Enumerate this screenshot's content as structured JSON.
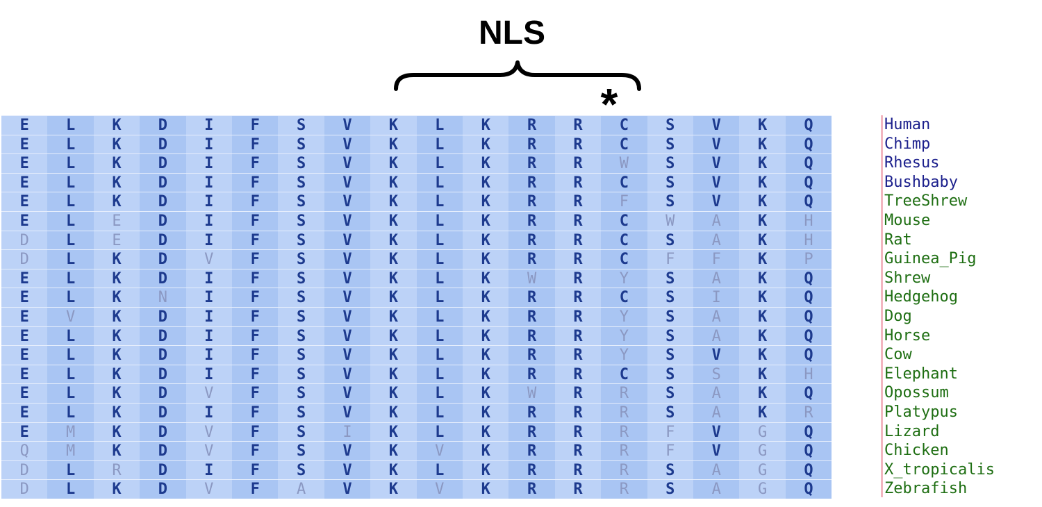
{
  "annotation": {
    "title": "NLS",
    "marker": "*"
  },
  "colors": {
    "conserved_residue": "#1d3a8e",
    "variant_residue": "#8b98c2",
    "column_light": "#bcd2f7",
    "column_dark": "#a9c5f3",
    "primate_name": "#1b1f8c",
    "other_name": "#1e6e12",
    "separator": "#f2b6c0"
  },
  "alignment": {
    "rows": [
      {
        "species": "Human",
        "group": "primate",
        "residues": [
          "E",
          "L",
          "K",
          "D",
          "I",
          "F",
          "S",
          "V",
          "K",
          "L",
          "K",
          "R",
          "R",
          "C",
          "S",
          "V",
          "K",
          "Q"
        ],
        "variant": [
          0,
          0,
          0,
          0,
          0,
          0,
          0,
          0,
          0,
          0,
          0,
          0,
          0,
          0,
          0,
          0,
          0,
          0
        ]
      },
      {
        "species": "Chimp",
        "group": "primate",
        "residues": [
          "E",
          "L",
          "K",
          "D",
          "I",
          "F",
          "S",
          "V",
          "K",
          "L",
          "K",
          "R",
          "R",
          "C",
          "S",
          "V",
          "K",
          "Q"
        ],
        "variant": [
          0,
          0,
          0,
          0,
          0,
          0,
          0,
          0,
          0,
          0,
          0,
          0,
          0,
          0,
          0,
          0,
          0,
          0
        ]
      },
      {
        "species": "Rhesus",
        "group": "primate",
        "residues": [
          "E",
          "L",
          "K",
          "D",
          "I",
          "F",
          "S",
          "V",
          "K",
          "L",
          "K",
          "R",
          "R",
          "W",
          "S",
          "V",
          "K",
          "Q"
        ],
        "variant": [
          0,
          0,
          0,
          0,
          0,
          0,
          0,
          0,
          0,
          0,
          0,
          0,
          0,
          1,
          0,
          0,
          0,
          0
        ]
      },
      {
        "species": "Bushbaby",
        "group": "primate",
        "residues": [
          "E",
          "L",
          "K",
          "D",
          "I",
          "F",
          "S",
          "V",
          "K",
          "L",
          "K",
          "R",
          "R",
          "C",
          "S",
          "V",
          "K",
          "Q"
        ],
        "variant": [
          0,
          0,
          0,
          0,
          0,
          0,
          0,
          0,
          0,
          0,
          0,
          0,
          0,
          0,
          0,
          0,
          0,
          0
        ]
      },
      {
        "species": "TreeShrew",
        "group": "other",
        "residues": [
          "E",
          "L",
          "K",
          "D",
          "I",
          "F",
          "S",
          "V",
          "K",
          "L",
          "K",
          "R",
          "R",
          "F",
          "S",
          "V",
          "K",
          "Q"
        ],
        "variant": [
          0,
          0,
          0,
          0,
          0,
          0,
          0,
          0,
          0,
          0,
          0,
          0,
          0,
          1,
          0,
          0,
          0,
          0
        ]
      },
      {
        "species": "Mouse",
        "group": "other",
        "residues": [
          "E",
          "L",
          "E",
          "D",
          "I",
          "F",
          "S",
          "V",
          "K",
          "L",
          "K",
          "R",
          "R",
          "C",
          "W",
          "A",
          "K",
          "H"
        ],
        "variant": [
          0,
          0,
          1,
          0,
          0,
          0,
          0,
          0,
          0,
          0,
          0,
          0,
          0,
          0,
          1,
          1,
          0,
          1
        ]
      },
      {
        "species": "Rat",
        "group": "other",
        "residues": [
          "D",
          "L",
          "E",
          "D",
          "I",
          "F",
          "S",
          "V",
          "K",
          "L",
          "K",
          "R",
          "R",
          "C",
          "S",
          "A",
          "K",
          "H"
        ],
        "variant": [
          1,
          0,
          1,
          0,
          0,
          0,
          0,
          0,
          0,
          0,
          0,
          0,
          0,
          0,
          0,
          1,
          0,
          1
        ]
      },
      {
        "species": "Guinea_Pig",
        "group": "other",
        "residues": [
          "D",
          "L",
          "K",
          "D",
          "V",
          "F",
          "S",
          "V",
          "K",
          "L",
          "K",
          "R",
          "R",
          "C",
          "F",
          "F",
          "K",
          "P"
        ],
        "variant": [
          1,
          0,
          0,
          0,
          1,
          0,
          0,
          0,
          0,
          0,
          0,
          0,
          0,
          0,
          1,
          1,
          0,
          1
        ]
      },
      {
        "species": "Shrew",
        "group": "other",
        "residues": [
          "E",
          "L",
          "K",
          "D",
          "I",
          "F",
          "S",
          "V",
          "K",
          "L",
          "K",
          "W",
          "R",
          "Y",
          "S",
          "A",
          "K",
          "Q"
        ],
        "variant": [
          0,
          0,
          0,
          0,
          0,
          0,
          0,
          0,
          0,
          0,
          0,
          1,
          0,
          1,
          0,
          1,
          0,
          0
        ]
      },
      {
        "species": "Hedgehog",
        "group": "other",
        "residues": [
          "E",
          "L",
          "K",
          "N",
          "I",
          "F",
          "S",
          "V",
          "K",
          "L",
          "K",
          "R",
          "R",
          "C",
          "S",
          "I",
          "K",
          "Q"
        ],
        "variant": [
          0,
          0,
          0,
          1,
          0,
          0,
          0,
          0,
          0,
          0,
          0,
          0,
          0,
          0,
          0,
          1,
          0,
          0
        ]
      },
      {
        "species": "Dog",
        "group": "other",
        "residues": [
          "E",
          "V",
          "K",
          "D",
          "I",
          "F",
          "S",
          "V",
          "K",
          "L",
          "K",
          "R",
          "R",
          "Y",
          "S",
          "A",
          "K",
          "Q"
        ],
        "variant": [
          0,
          1,
          0,
          0,
          0,
          0,
          0,
          0,
          0,
          0,
          0,
          0,
          0,
          1,
          0,
          1,
          0,
          0
        ]
      },
      {
        "species": "Horse",
        "group": "other",
        "residues": [
          "E",
          "L",
          "K",
          "D",
          "I",
          "F",
          "S",
          "V",
          "K",
          "L",
          "K",
          "R",
          "R",
          "Y",
          "S",
          "A",
          "K",
          "Q"
        ],
        "variant": [
          0,
          0,
          0,
          0,
          0,
          0,
          0,
          0,
          0,
          0,
          0,
          0,
          0,
          1,
          0,
          1,
          0,
          0
        ]
      },
      {
        "species": "Cow",
        "group": "other",
        "residues": [
          "E",
          "L",
          "K",
          "D",
          "I",
          "F",
          "S",
          "V",
          "K",
          "L",
          "K",
          "R",
          "R",
          "Y",
          "S",
          "V",
          "K",
          "Q"
        ],
        "variant": [
          0,
          0,
          0,
          0,
          0,
          0,
          0,
          0,
          0,
          0,
          0,
          0,
          0,
          1,
          0,
          0,
          0,
          0
        ]
      },
      {
        "species": "Elephant",
        "group": "other",
        "residues": [
          "E",
          "L",
          "K",
          "D",
          "I",
          "F",
          "S",
          "V",
          "K",
          "L",
          "K",
          "R",
          "R",
          "C",
          "S",
          "S",
          "K",
          "H"
        ],
        "variant": [
          0,
          0,
          0,
          0,
          0,
          0,
          0,
          0,
          0,
          0,
          0,
          0,
          0,
          0,
          0,
          1,
          0,
          1
        ]
      },
      {
        "species": "Opossum",
        "group": "other",
        "residues": [
          "E",
          "L",
          "K",
          "D",
          "V",
          "F",
          "S",
          "V",
          "K",
          "L",
          "K",
          "W",
          "R",
          "R",
          "S",
          "A",
          "K",
          "Q"
        ],
        "variant": [
          0,
          0,
          0,
          0,
          1,
          0,
          0,
          0,
          0,
          0,
          0,
          1,
          0,
          1,
          0,
          1,
          0,
          0
        ]
      },
      {
        "species": "Platypus",
        "group": "other",
        "residues": [
          "E",
          "L",
          "K",
          "D",
          "I",
          "F",
          "S",
          "V",
          "K",
          "L",
          "K",
          "R",
          "R",
          "R",
          "S",
          "A",
          "K",
          "R"
        ],
        "variant": [
          0,
          0,
          0,
          0,
          0,
          0,
          0,
          0,
          0,
          0,
          0,
          0,
          0,
          1,
          0,
          1,
          0,
          1
        ]
      },
      {
        "species": "Lizard",
        "group": "other",
        "residues": [
          "E",
          "M",
          "K",
          "D",
          "V",
          "F",
          "S",
          "I",
          "K",
          "L",
          "K",
          "R",
          "R",
          "R",
          "F",
          "V",
          "G",
          "Q"
        ],
        "variant": [
          0,
          1,
          0,
          0,
          1,
          0,
          0,
          1,
          0,
          0,
          0,
          0,
          0,
          1,
          1,
          0,
          1,
          0
        ]
      },
      {
        "species": "Chicken",
        "group": "other",
        "residues": [
          "Q",
          "M",
          "K",
          "D",
          "V",
          "F",
          "S",
          "V",
          "K",
          "V",
          "K",
          "R",
          "R",
          "R",
          "F",
          "V",
          "G",
          "Q"
        ],
        "variant": [
          1,
          1,
          0,
          0,
          1,
          0,
          0,
          0,
          0,
          1,
          0,
          0,
          0,
          1,
          1,
          0,
          1,
          0
        ]
      },
      {
        "species": "X_tropicalis",
        "group": "other",
        "residues": [
          "D",
          "L",
          "R",
          "D",
          "I",
          "F",
          "S",
          "V",
          "K",
          "L",
          "K",
          "R",
          "R",
          "R",
          "S",
          "A",
          "G",
          "Q"
        ],
        "variant": [
          1,
          0,
          1,
          0,
          0,
          0,
          0,
          0,
          0,
          0,
          0,
          0,
          0,
          1,
          0,
          1,
          1,
          0
        ]
      },
      {
        "species": "Zebrafish",
        "group": "other",
        "residues": [
          "D",
          "L",
          "K",
          "D",
          "V",
          "F",
          "A",
          "V",
          "K",
          "V",
          "K",
          "R",
          "R",
          "R",
          "S",
          "A",
          "G",
          "Q"
        ],
        "variant": [
          1,
          0,
          0,
          0,
          1,
          0,
          1,
          0,
          0,
          1,
          0,
          0,
          0,
          1,
          0,
          1,
          1,
          0
        ]
      }
    ]
  }
}
